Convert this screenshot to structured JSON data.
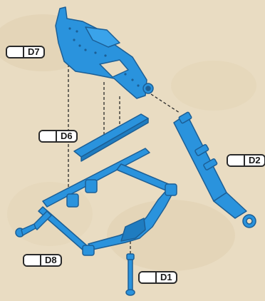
{
  "labels": {
    "d7": "D7",
    "d6": "D6",
    "d2": "D2",
    "d8": "D8",
    "d1": "D1"
  },
  "colors": {
    "background": "#e9dcc2",
    "part_fill": "#2a93dd",
    "part_stroke": "#1c5f96",
    "dash": "#2a2a2a"
  }
}
